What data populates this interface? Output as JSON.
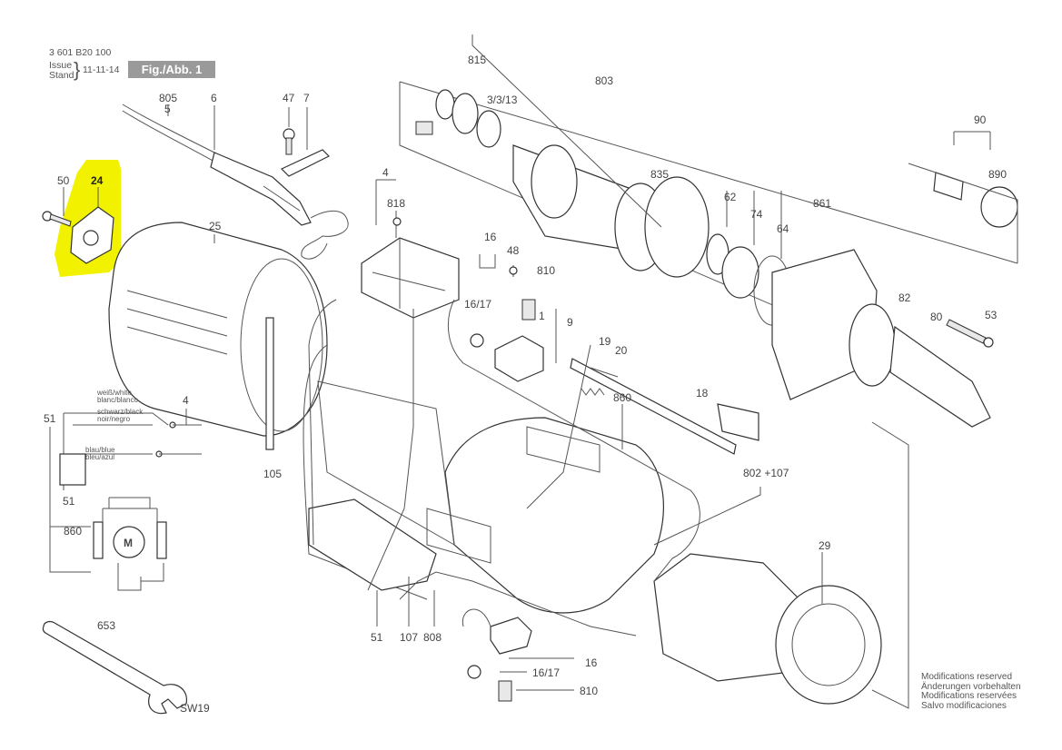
{
  "header": {
    "doc_number": "3 601 B20 100",
    "issue_label": "Issue",
    "stand_label": "Stand",
    "issue_date": "11-11-14",
    "figure_label": "Fig./Abb. 1"
  },
  "highlight_color": "#f2f200",
  "part_labels": {
    "p805": "805",
    "p5": "5",
    "p6": "6",
    "p47": "47",
    "p7": "7",
    "p50": "50",
    "p24": "24",
    "p25": "25",
    "p4": "4",
    "p818": "818",
    "p815": "815",
    "p3_3_13": "3/3/13",
    "p803": "803",
    "p835": "835",
    "p90": "90",
    "p890": "890",
    "p62": "62",
    "p74": "74",
    "p861": "861",
    "p64": "64",
    "p16": "16",
    "p48": "48",
    "p810": "810",
    "p16_17": "16/17",
    "p1": "1",
    "p9": "9",
    "p82": "82",
    "p80": "80",
    "p53": "53",
    "p19": "19",
    "p20": "20",
    "p18": "18",
    "p860": "860",
    "p802_107": "802 +107",
    "p105": "105",
    "p29": "29",
    "p653": "653",
    "psw19": "SW19",
    "p51a": "51",
    "p4b": "4",
    "p51b": "51",
    "p860b": "860",
    "p51c": "51",
    "p107": "107",
    "p808": "808",
    "p16b": "16",
    "p16_17b": "16/17",
    "p810b": "810",
    "motor": "M"
  },
  "wiring": {
    "white": "weiß/white",
    "white2": "blanc/blanco",
    "black": "schwarz/black",
    "black2": "noir/negro",
    "blue": "blau/blue",
    "blue2": "bleu/azul"
  },
  "modifications": [
    "Modifications reserved",
    "Änderungen vorbehalten",
    "Modifications reservées",
    "Salvo modificaciones"
  ]
}
